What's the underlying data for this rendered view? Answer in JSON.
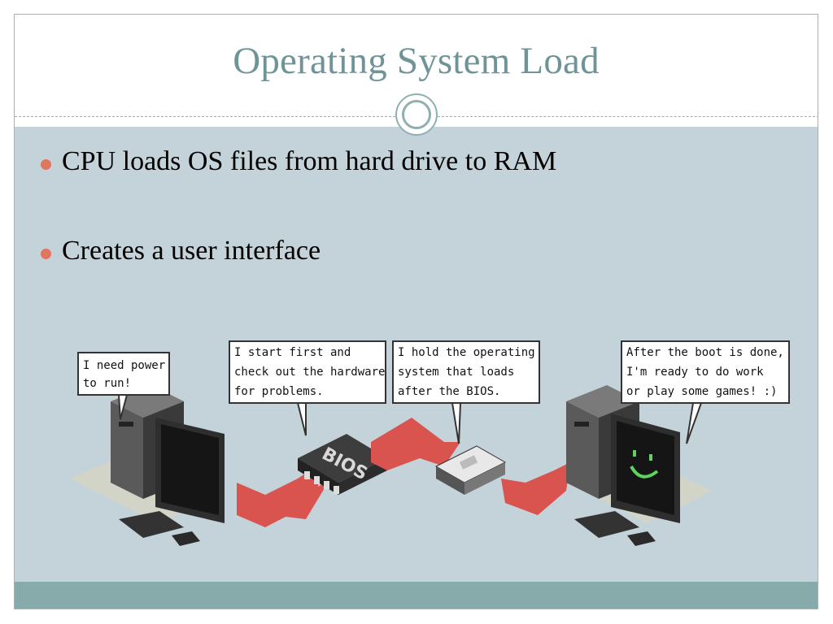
{
  "slide": {
    "title": "Operating System Load",
    "bullets": [
      "CPU loads OS files from hard drive to RAM",
      "Creates a user interface"
    ]
  },
  "illustration": {
    "bubbles": [
      {
        "lines": [
          "I need power",
          "to run!"
        ]
      },
      {
        "lines": [
          "I start first and",
          "check out the hardware",
          "for problems."
        ]
      },
      {
        "lines": [
          "I hold the operating",
          "system that loads",
          "after the BIOS."
        ]
      },
      {
        "lines": [
          "After the boot is done,",
          "I'm ready to do work",
          "or play some games! :)"
        ]
      }
    ],
    "chip_label": "BIOS",
    "icons": [
      "computer-off-icon",
      "bios-chip-icon",
      "hard-drive-icon",
      "computer-on-icon",
      "arrow-icon",
      "smiley-face-icon"
    ]
  },
  "colors": {
    "title": "#6f9497",
    "content_background": "#c4d3d9",
    "footer_band": "#87abab",
    "bullet_dot": "#e0765e",
    "arrow": "#d9534f"
  }
}
